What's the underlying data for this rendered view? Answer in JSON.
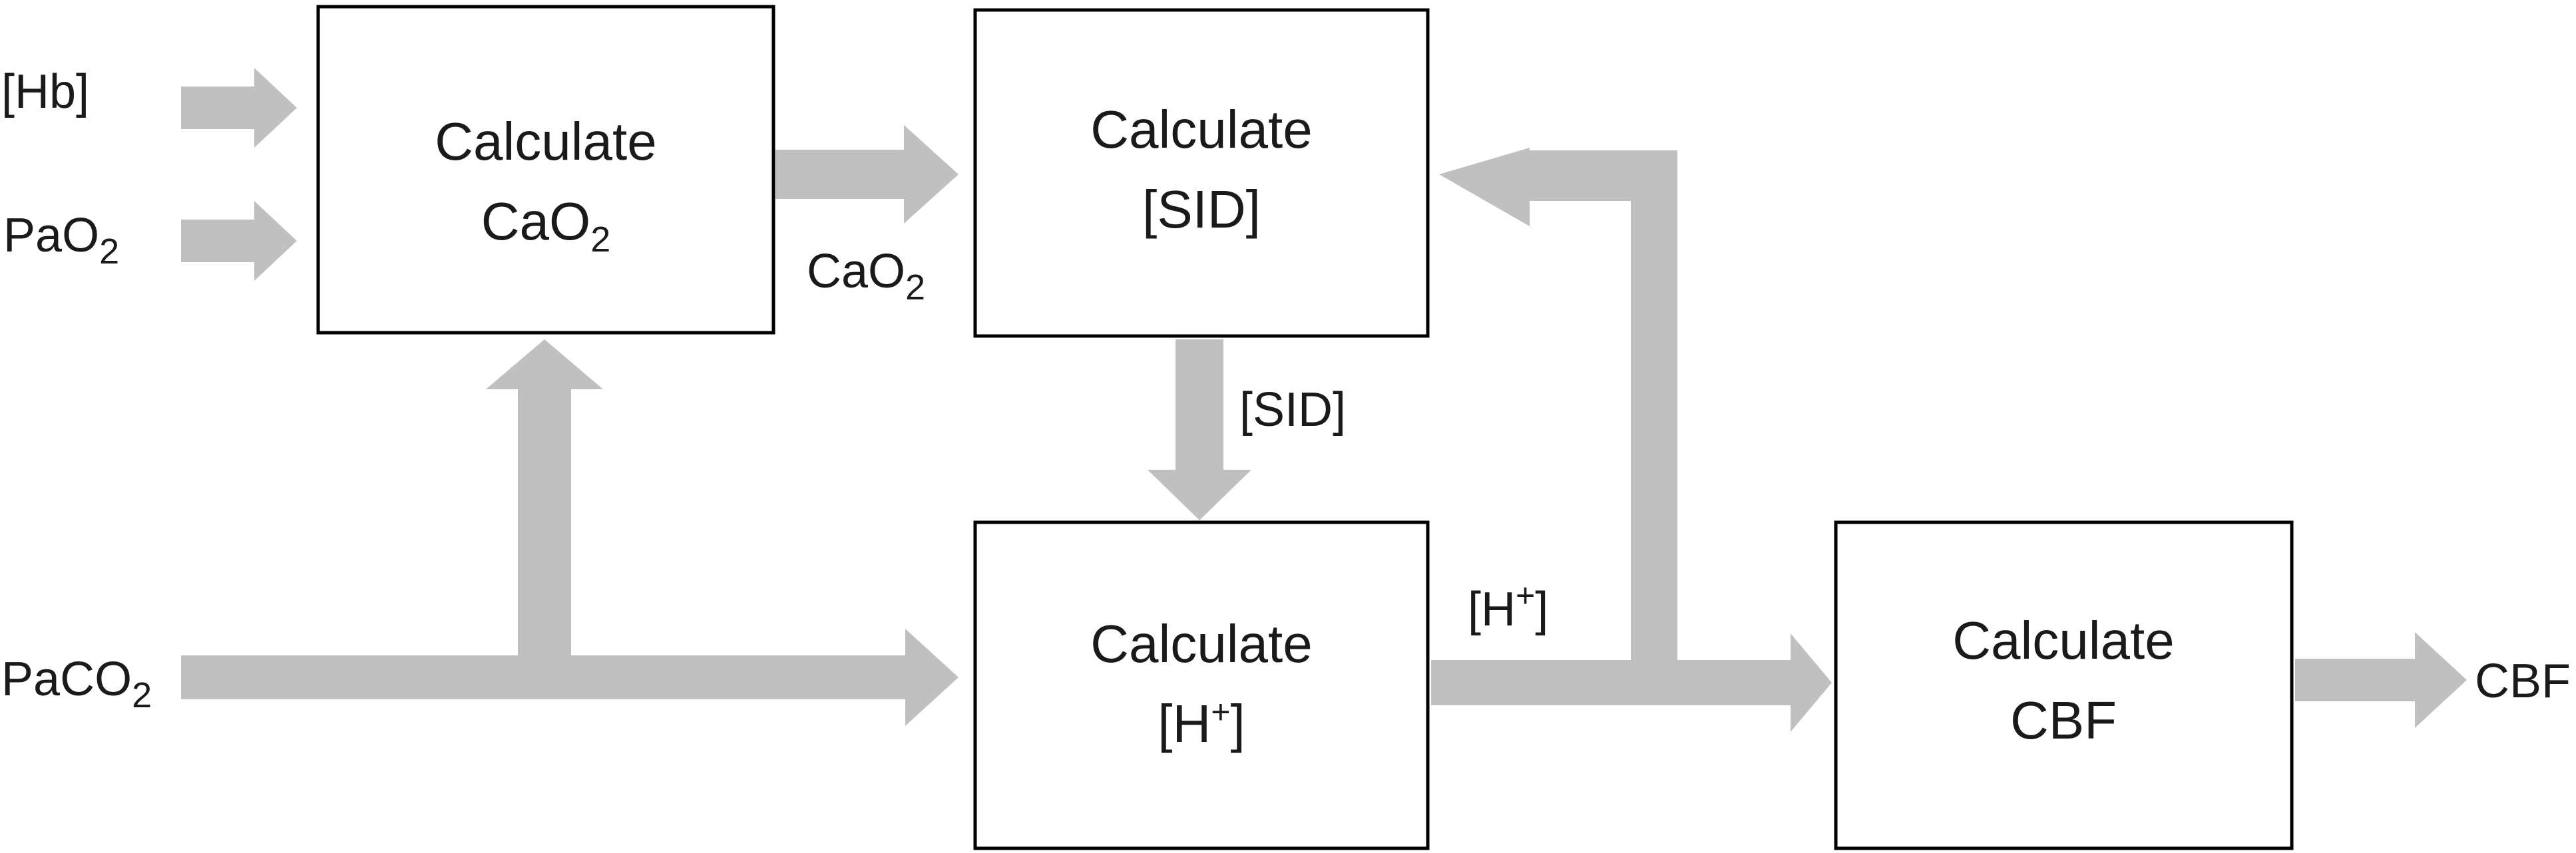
{
  "colors": {
    "arrow": "#c0c0c0",
    "box_border": "#000000",
    "text": "#1a1a1a",
    "background": "#ffffff"
  },
  "boxes": {
    "cao2": {
      "line1": "Calculate",
      "line2_main": "CaO",
      "line2_sub": "2"
    },
    "sid": {
      "line1": "Calculate",
      "line2": "[SID]"
    },
    "h": {
      "line1": "Calculate",
      "line2_main": "[H",
      "line2_sup": "+",
      "line2_end": "]"
    },
    "cbf": {
      "line1": "Calculate",
      "line2": "CBF"
    }
  },
  "inputs": {
    "hb": "[Hb]",
    "pao2_main": "PaO",
    "pao2_sub": "2",
    "paco2_main": "PaCO",
    "paco2_sub": "2"
  },
  "edges": {
    "cao2_main": "CaO",
    "cao2_sub": "2",
    "sid": "[SID]",
    "h_main": "[H",
    "h_sup": "+",
    "h_end": "]"
  },
  "output": {
    "cbf": "CBF"
  }
}
